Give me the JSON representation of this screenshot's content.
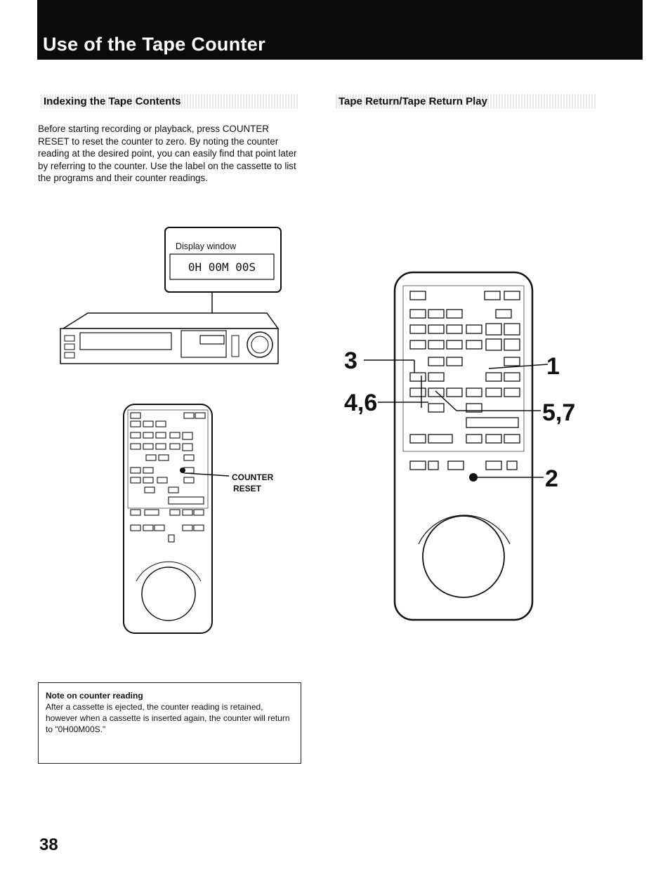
{
  "header": {
    "title": "Use of the Tape Counter"
  },
  "sections": {
    "left_heading": "Indexing the Tape Contents",
    "right_heading": "Tape Return/Tape Return Play"
  },
  "intro_text": "Before starting recording or playback, press COUNTER RESET to reset the counter to zero. By noting the counter reading at the desired point, you can easily find that point later by referring to the counter. Use the label on the cassette to list the programs and their counter readings.",
  "vcr_figure": {
    "display_window_label": "Display window",
    "counter_reading": "0H 00M 00S"
  },
  "remote_small": {
    "callout_line1": "COUNTER",
    "callout_line2": "RESET"
  },
  "remote_large": {
    "callouts": [
      "3",
      "4,6",
      "1",
      "5,7",
      "2"
    ]
  },
  "note": {
    "title": "Note on counter reading",
    "body": "After a cassette is ejected, the counter reading is retained, however when a cassette is inserted again, the counter will return to \"0H00M00S.\""
  },
  "page_number": "38",
  "colors": {
    "header_bg": "#0b0b0b",
    "header_text": "#ffffff",
    "ink": "#111111"
  }
}
